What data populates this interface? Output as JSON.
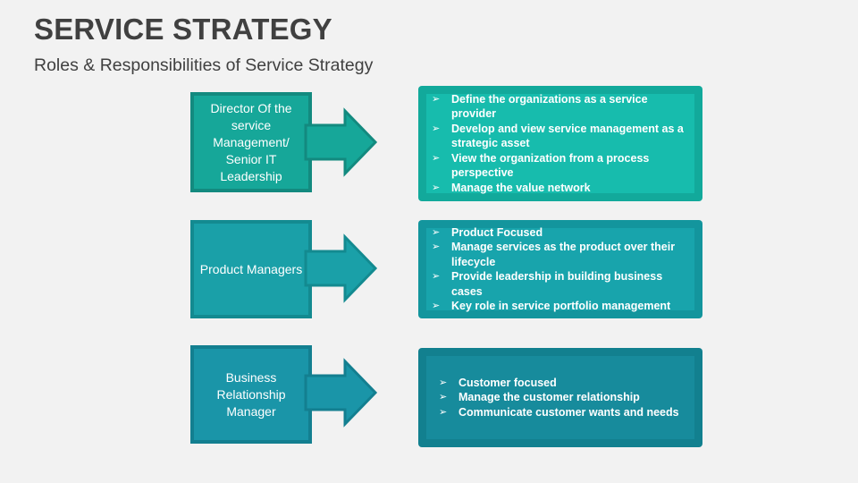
{
  "title": "SERVICE STRATEGY",
  "subtitle": "Roles & Responsibilities of Service Strategy",
  "bullet_glyph": "➢",
  "rows": [
    {
      "role": "Director Of the service Management/ Senior IT Leadership",
      "colors": {
        "role_fill": "#16a799",
        "role_border": "#138a7f",
        "arrow_fill": "#16a799",
        "arrow_border": "#138a7f",
        "outer": "#12a99b",
        "inner": "#17bcad"
      },
      "items": [
        "Define the organizations as a service provider",
        "Develop and view service management as a strategic asset",
        "View the organization from a process perspective",
        "Manage the value network"
      ]
    },
    {
      "role": "Product Managers",
      "colors": {
        "role_fill": "#1aa0a8",
        "role_border": "#138a90",
        "arrow_fill": "#1aa0a8",
        "arrow_border": "#138a90",
        "outer": "#13959d",
        "inner": "#18a4ac"
      },
      "items": [
        "Product Focused",
        "Manage services as the product over their lifecycle",
        "Provide leadership in building business cases",
        "Key role in service portfolio management"
      ]
    },
    {
      "role": "Business Relationship Manager",
      "colors": {
        "role_fill": "#1a95a8",
        "role_border": "#137f90",
        "arrow_fill": "#1a95a8",
        "arrow_border": "#137f90",
        "outer": "#12808f",
        "inner": "#178b9c"
      },
      "items": [
        "Customer focused",
        "Manage the customer relationship",
        "Communicate customer wants and needs"
      ]
    }
  ]
}
